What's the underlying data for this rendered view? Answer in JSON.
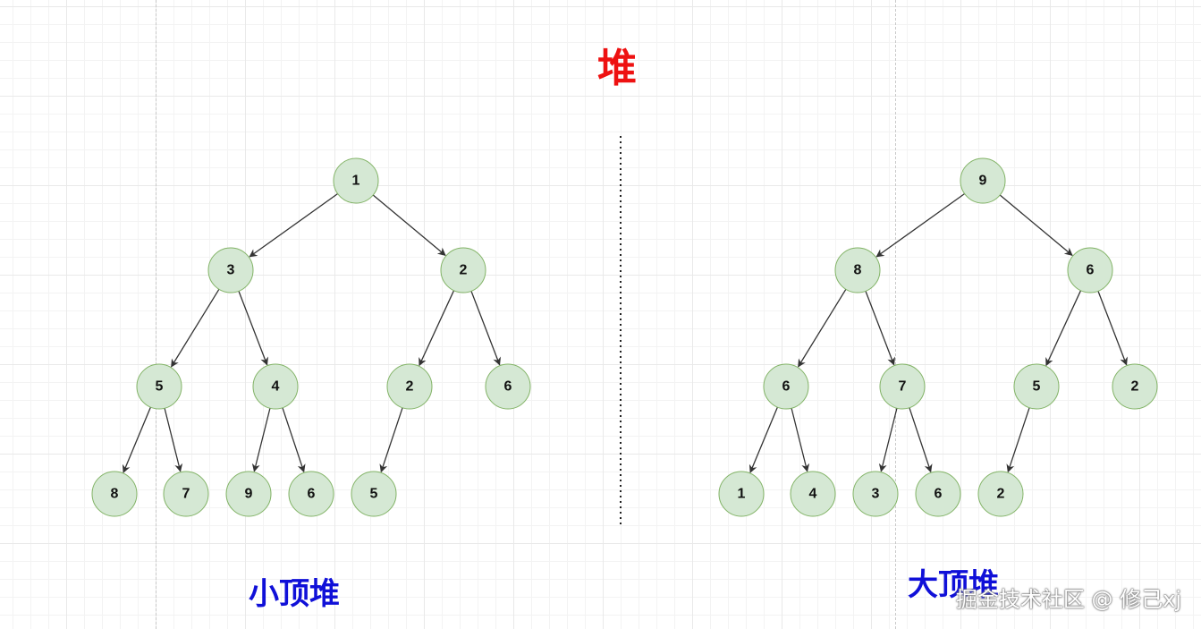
{
  "title": "堆",
  "colors": {
    "title": "#ee1111",
    "label": "#1010d8",
    "node_fill": "#d5e8d4",
    "node_stroke": "#82b366",
    "edge": "#333333",
    "divider": "#222222"
  },
  "watermark": "掘金技术社区 @ 修己xj",
  "heaps": [
    {
      "label": "小顶堆",
      "nodes": [
        {
          "id": "n1",
          "value": "1"
        },
        {
          "id": "n2",
          "value": "3"
        },
        {
          "id": "n3",
          "value": "2"
        },
        {
          "id": "n4",
          "value": "5"
        },
        {
          "id": "n5",
          "value": "4"
        },
        {
          "id": "n6",
          "value": "2"
        },
        {
          "id": "n7",
          "value": "6"
        },
        {
          "id": "n8",
          "value": "8"
        },
        {
          "id": "n9",
          "value": "7"
        },
        {
          "id": "n10",
          "value": "9"
        },
        {
          "id": "n11",
          "value": "6"
        },
        {
          "id": "n12",
          "value": "5"
        }
      ],
      "edges": [
        [
          "n1",
          "n2"
        ],
        [
          "n1",
          "n3"
        ],
        [
          "n2",
          "n4"
        ],
        [
          "n2",
          "n5"
        ],
        [
          "n3",
          "n6"
        ],
        [
          "n3",
          "n7"
        ],
        [
          "n4",
          "n8"
        ],
        [
          "n4",
          "n9"
        ],
        [
          "n5",
          "n10"
        ],
        [
          "n5",
          "n11"
        ],
        [
          "n6",
          "n12"
        ]
      ]
    },
    {
      "label": "大顶堆",
      "nodes": [
        {
          "id": "n1",
          "value": "9"
        },
        {
          "id": "n2",
          "value": "8"
        },
        {
          "id": "n3",
          "value": "6"
        },
        {
          "id": "n4",
          "value": "6"
        },
        {
          "id": "n5",
          "value": "7"
        },
        {
          "id": "n6",
          "value": "5"
        },
        {
          "id": "n7",
          "value": "2"
        },
        {
          "id": "n8",
          "value": "1"
        },
        {
          "id": "n9",
          "value": "4"
        },
        {
          "id": "n10",
          "value": "3"
        },
        {
          "id": "n11",
          "value": "6"
        },
        {
          "id": "n12",
          "value": "2"
        }
      ],
      "edges": [
        [
          "n1",
          "n2"
        ],
        [
          "n1",
          "n3"
        ],
        [
          "n2",
          "n4"
        ],
        [
          "n2",
          "n5"
        ],
        [
          "n3",
          "n6"
        ],
        [
          "n3",
          "n7"
        ],
        [
          "n4",
          "n8"
        ],
        [
          "n4",
          "n9"
        ],
        [
          "n5",
          "n10"
        ],
        [
          "n5",
          "n11"
        ],
        [
          "n6",
          "n12"
        ]
      ]
    }
  ]
}
